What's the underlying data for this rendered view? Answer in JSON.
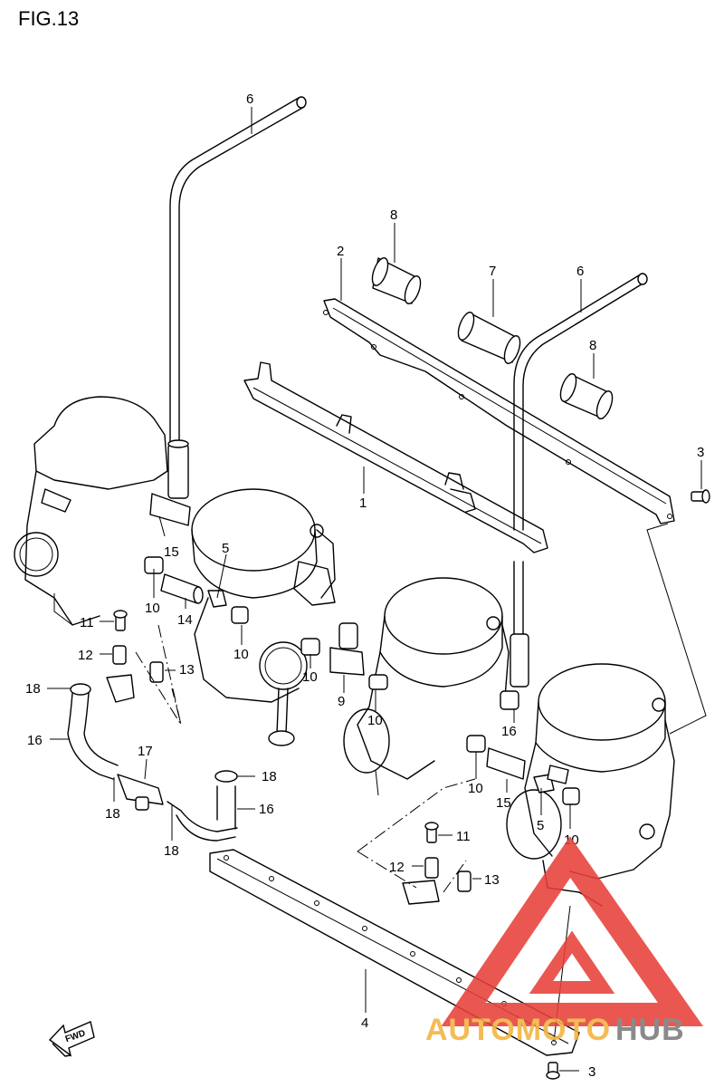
{
  "figure_title": "FIG.13",
  "callouts": [
    {
      "id": "label-6-top",
      "text": "6"
    },
    {
      "id": "label-8-upper",
      "text": "8"
    },
    {
      "id": "label-2",
      "text": "2"
    },
    {
      "id": "label-7",
      "text": "7"
    },
    {
      "id": "label-6-right",
      "text": "6"
    },
    {
      "id": "label-8-right",
      "text": "8"
    },
    {
      "id": "label-3-top",
      "text": "3"
    },
    {
      "id": "label-1",
      "text": "1"
    },
    {
      "id": "label-15-left",
      "text": "15"
    },
    {
      "id": "label-5-left",
      "text": "5"
    },
    {
      "id": "label-10-a",
      "text": "10"
    },
    {
      "id": "label-14",
      "text": "14"
    },
    {
      "id": "label-11-left",
      "text": "11"
    },
    {
      "id": "label-10-b",
      "text": "10"
    },
    {
      "id": "label-12-left",
      "text": "12"
    },
    {
      "id": "label-13-left",
      "text": "13"
    },
    {
      "id": "label-10-c",
      "text": "10"
    },
    {
      "id": "label-9",
      "text": "9"
    },
    {
      "id": "label-18-a",
      "text": "18"
    },
    {
      "id": "label-10-d",
      "text": "10"
    },
    {
      "id": "label-16-center",
      "text": "16"
    },
    {
      "id": "label-16-left",
      "text": "16"
    },
    {
      "id": "label-17",
      "text": "17"
    },
    {
      "id": "label-10-e",
      "text": "10"
    },
    {
      "id": "label-18-b",
      "text": "18"
    },
    {
      "id": "label-16-mid",
      "text": "16"
    },
    {
      "id": "label-18-c",
      "text": "18"
    },
    {
      "id": "label-18-d",
      "text": "18"
    },
    {
      "id": "label-15-right",
      "text": "15"
    },
    {
      "id": "label-11-right",
      "text": "11"
    },
    {
      "id": "label-5-right",
      "text": "5"
    },
    {
      "id": "label-10-f",
      "text": "10"
    },
    {
      "id": "label-12-right",
      "text": "12"
    },
    {
      "id": "label-13-right",
      "text": "13"
    },
    {
      "id": "label-4",
      "text": "4"
    },
    {
      "id": "label-3-bottom",
      "text": "3"
    }
  ],
  "fwd_label": "FWD",
  "watermark": {
    "text_1": "AUTOMOTO",
    "text_2": "HUB",
    "color_1": "#f2b33d",
    "color_2": "#7a7a7a",
    "logo_color": "#e8403a"
  }
}
